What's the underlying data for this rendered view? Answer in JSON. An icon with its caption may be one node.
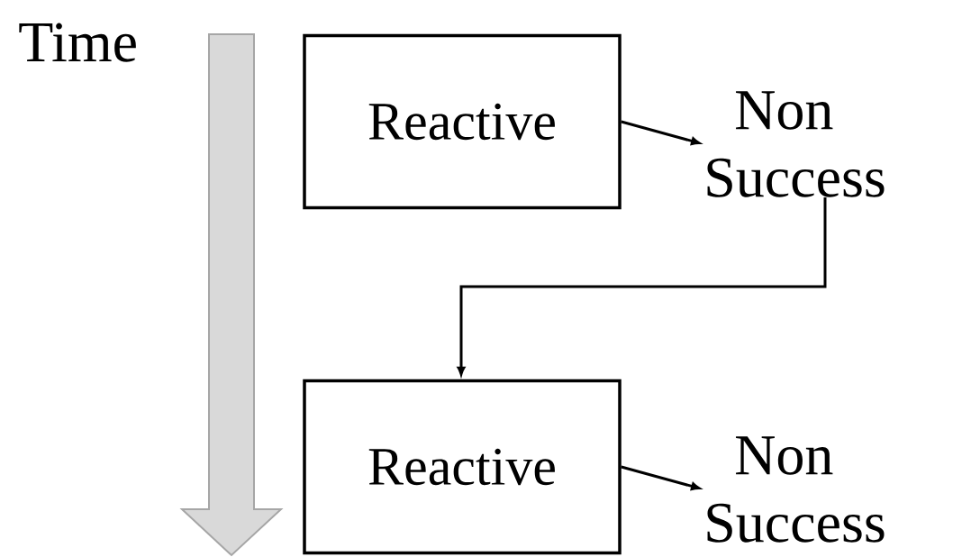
{
  "diagram": {
    "nodes": [
      {
        "text": [
          "Reactive"
        ]
      },
      {
        "text": [
          "Non Success"
        ]
      },
      {
        "text": [
          "Reactive"
        ]
      },
      {
        "text": [
          "Non Success"
        ]
      }
    ],
    "edges": [
      {
        "from": 0,
        "to": 1,
        "arrow": "to"
      },
      {
        "from": 1,
        "to": 2,
        "arrow": "to"
      },
      {
        "from": 2,
        "to": 3,
        "arrow": "to"
      }
    ],
    "labels": [
      "Time"
    ]
  }
}
